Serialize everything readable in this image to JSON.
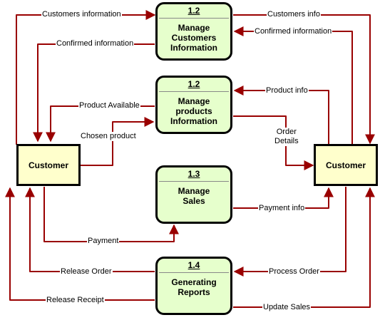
{
  "entities": {
    "left": "Customer",
    "right": "Customer"
  },
  "processes": {
    "p1": {
      "number": "1.2",
      "name": "Manage\nCustomers\nInformation"
    },
    "p2": {
      "number": "1.2",
      "name": "Manage\nproducts\nInformation"
    },
    "p3": {
      "number": "1.3",
      "name": "Manage\nSales"
    },
    "p4": {
      "number": "1.4",
      "name": "Generating\nReports"
    }
  },
  "flows": {
    "customers_information": "Customers information",
    "confirmed_information_left": "Confirmed information",
    "customers_info": "Customers info",
    "confirmed_information_right": "Confirmed information",
    "product_available": "Product Available",
    "chosen_product": "Chosen product",
    "product_info": "Product info",
    "order_details": "Order\nDetails",
    "payment_info": "Payment info",
    "payment": "Payment",
    "release_order": "Release Order",
    "process_order": "Process Order",
    "release_receipt": "Release Receipt",
    "update_sales": "Update Sales"
  },
  "colors": {
    "arrow": "#990000",
    "process_fill": "#e6ffcc",
    "entity_fill": "#ffffcc",
    "border": "#000000"
  }
}
